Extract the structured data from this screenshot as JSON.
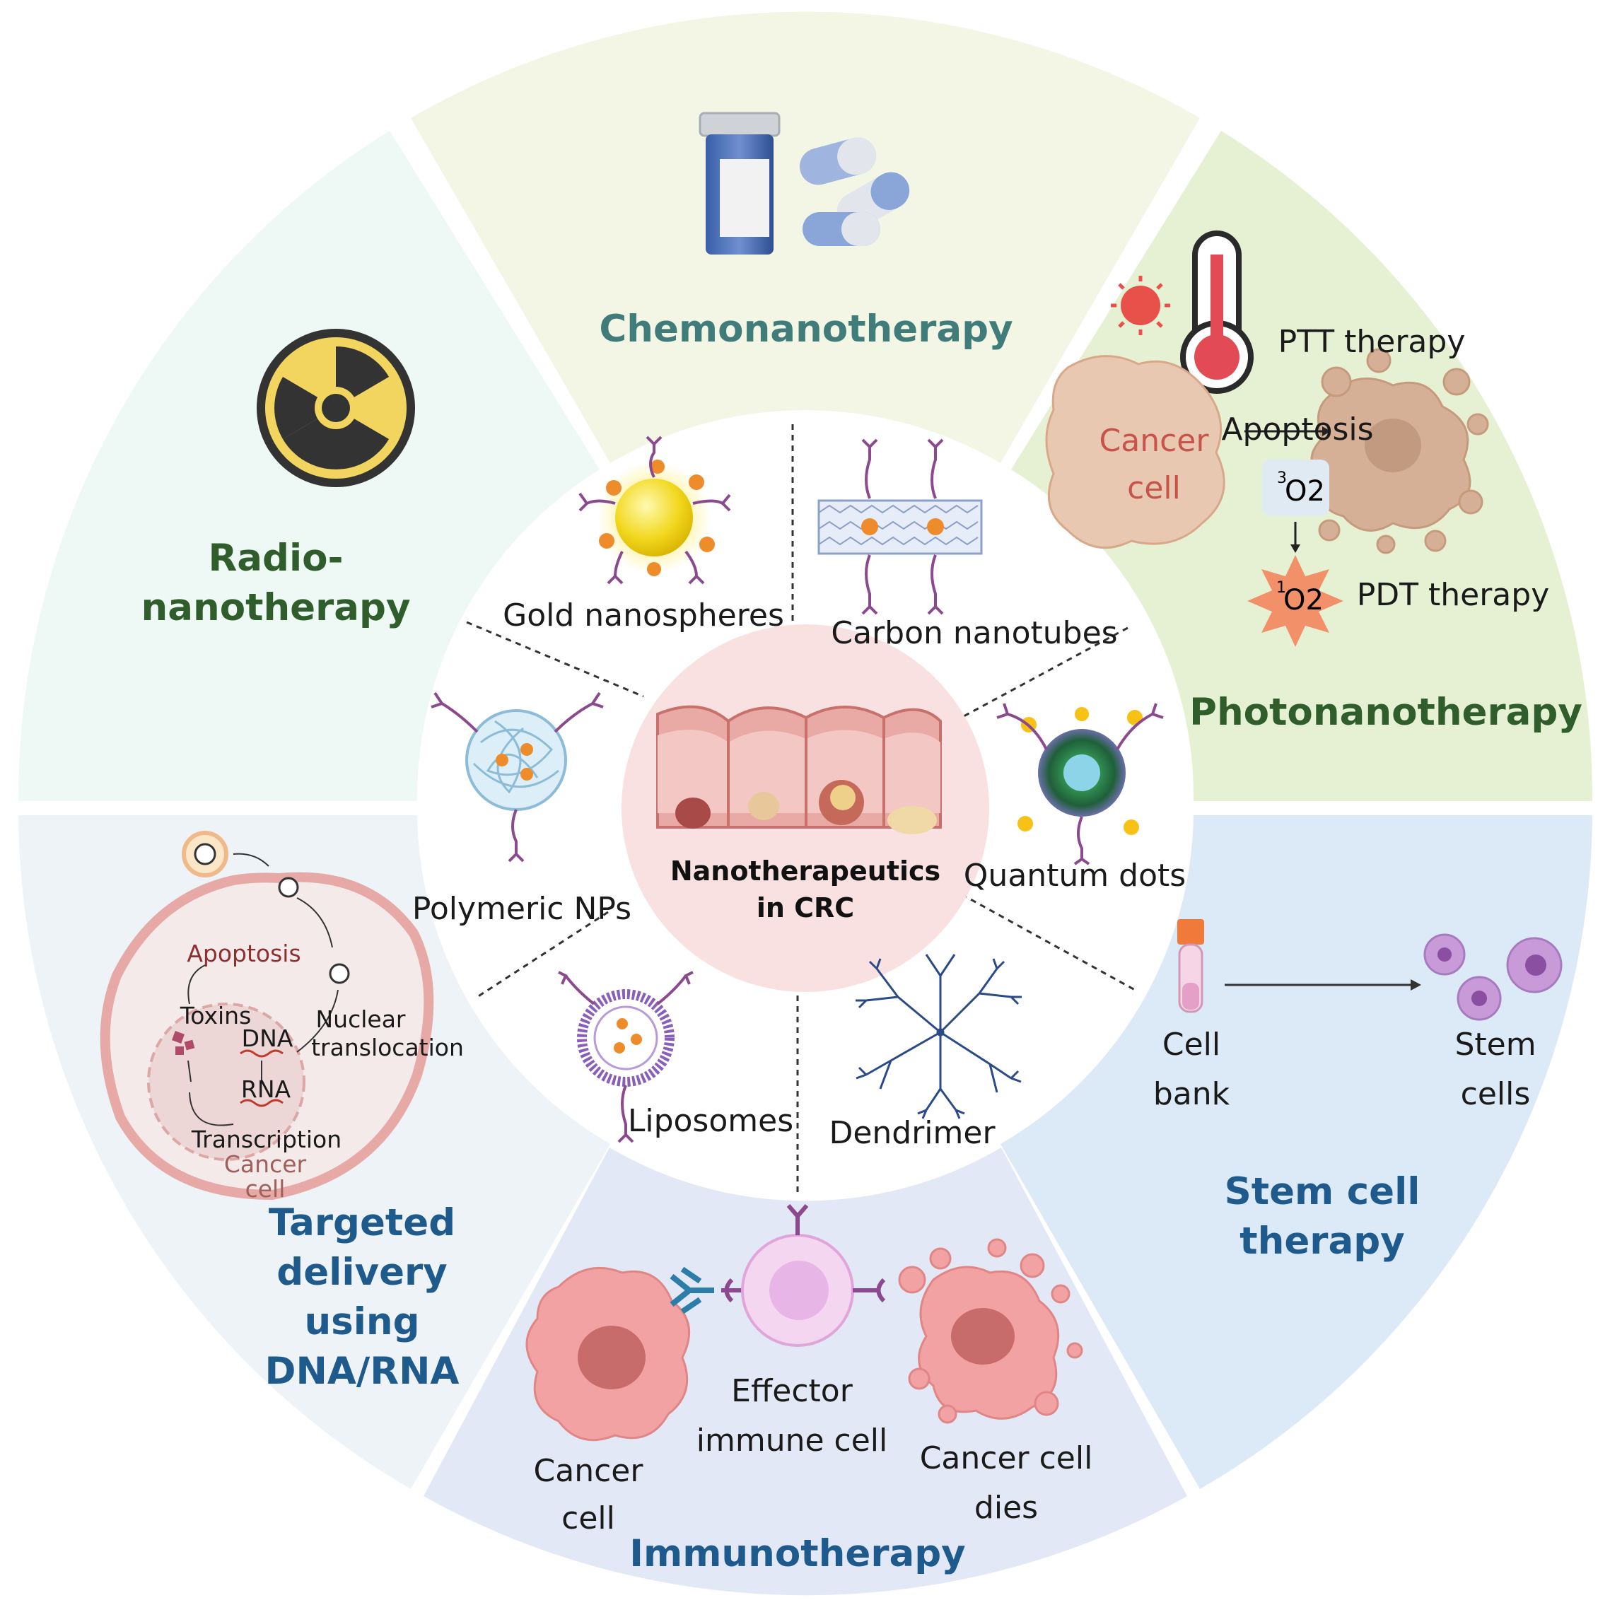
{
  "center": {
    "line1": "Nanotherapeutics",
    "line2": "in CRC"
  },
  "segments": {
    "chemo": {
      "title": "Chemonanotherapy"
    },
    "photo": {
      "title": "Photonanotherapy",
      "ptt": "PTT therapy",
      "apoptosis": "Apoptosis",
      "cancer_cell_1": "Cancer",
      "cancer_cell_2": "cell",
      "triplet_sup": "3",
      "triplet_o2": "O2",
      "singlet_sup": "1",
      "singlet_o2": "O2",
      "pdt": "PDT therapy"
    },
    "stem": {
      "title_1": "Stem cell",
      "title_2": "therapy",
      "cell_bank_1": "Cell",
      "cell_bank_2": "bank",
      "stem_cells_1": "Stem",
      "stem_cells_2": "cells"
    },
    "immuno": {
      "title": "Immunotherapy",
      "cancer_cell_1": "Cancer",
      "cancer_cell_2": "cell",
      "effector_1": "Effector",
      "effector_2": "immune cell",
      "dies_1": "Cancer cell",
      "dies_2": "dies"
    },
    "targeted": {
      "title_1": "Targeted",
      "title_2": "delivery",
      "title_3": "using",
      "title_4": "DNA/RNA",
      "apoptosis": "Apoptosis",
      "toxins": "Toxins",
      "dna": "DNA",
      "rna": "RNA",
      "nuclear_1": "Nuclear",
      "nuclear_2": "translocation",
      "transcription": "Transcription",
      "cancer_1": "Cancer",
      "cancer_2": "cell"
    },
    "radio": {
      "title_1": "Radio-",
      "title_2": "nanotherapy"
    }
  },
  "nanoparticles": {
    "gold": "Gold nanospheres",
    "carbon": "Carbon nanotubes",
    "quantum": "Quantum dots",
    "dendrimer": "Dendrimer",
    "liposomes": "Liposomes",
    "polymeric": "Polymeric NPs"
  },
  "colors": {
    "chemo_bg": "#f3f6e4",
    "photo_bg": "#e6f1d3",
    "stem_bg": "#dce9f6",
    "immuno_bg": "#e2e8f6",
    "targeted_bg": "#eef3f8",
    "radio_bg": "#eef8f4",
    "chemo_title": "#3f7c7a",
    "green_title": "#2f5e2c",
    "blue_title": "#1f5a8c"
  }
}
